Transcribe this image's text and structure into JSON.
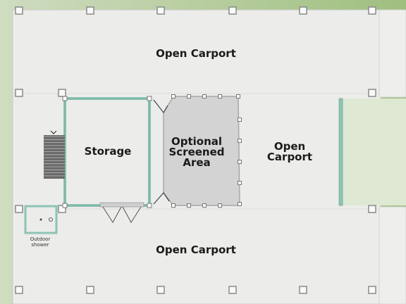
{
  "rooms": {
    "carport_top": "Open Carport",
    "carport_right_line1": "Open",
    "carport_right_line2": "Carport",
    "carport_bottom": "Open Carport",
    "storage": "Storage",
    "screened_line1": "Optional",
    "screened_line2": "Screened",
    "screened_line3": "Area",
    "shower_line1": "Outdoor",
    "shower_line2": "shower"
  },
  "colors": {
    "lawn": "#a9c48c",
    "floor": "#ececea",
    "screened_floor": "#d3d3d3",
    "wall": "#8cc4b4",
    "wall_edge": "#5f9a8a",
    "post": "#8a8a8a",
    "stair": "#555555"
  }
}
